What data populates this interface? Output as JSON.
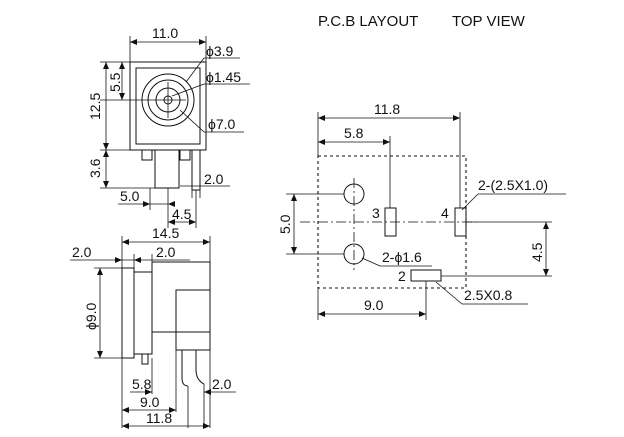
{
  "header": {
    "pcb_layout": "P.C.B LAYOUT",
    "top_view": "TOP VIEW"
  },
  "front_view": {
    "width": "11.0",
    "dia_outer": "ϕ3.9",
    "dia_pin": "ϕ1.45",
    "dia_body": "ϕ7.0",
    "h_total": "12.5",
    "h_center": "5.5",
    "h_pin": "3.6",
    "pin_pitch": "2.0",
    "pin_offset": "5.0",
    "pin_offset2": "4.5"
  },
  "side_view": {
    "length": "14.5",
    "flange": "2.0",
    "flange2": "2.0",
    "dia_front": "ϕ9.0",
    "dim_a": "5.8",
    "dim_b": "2.0",
    "dim_c": "9.0",
    "dim_d": "11.8"
  },
  "pcb": {
    "width": "11.8",
    "pitch": "5.8",
    "height": "5.0",
    "offset_y": "4.5",
    "bottom": "9.0",
    "slot_4": "2-(2.5X1.0)",
    "hole": "2-ϕ1.6",
    "slot_2": "2.5X0.8",
    "pin_3": "3",
    "pin_4": "4",
    "pin_2": "2"
  }
}
